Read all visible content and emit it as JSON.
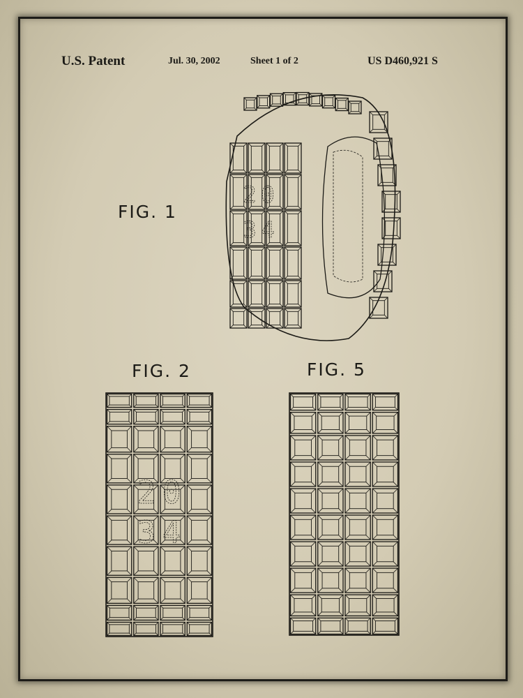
{
  "header": {
    "patent_label": "U.S. Patent",
    "date": "Jul. 30, 2002",
    "sheet": "Sheet 1 of 2",
    "patent_number": "US D460,921 S"
  },
  "figures": [
    {
      "label": "FIG. 1",
      "display_digits": [
        "2",
        "0",
        "3",
        "4"
      ]
    },
    {
      "label": "FIG. 2",
      "display_digits": [
        "2",
        "0",
        "3",
        "4"
      ]
    },
    {
      "label": "FIG. 5"
    }
  ],
  "colors": {
    "paper": "#d6cfb8",
    "ink": "#1b1a16"
  }
}
